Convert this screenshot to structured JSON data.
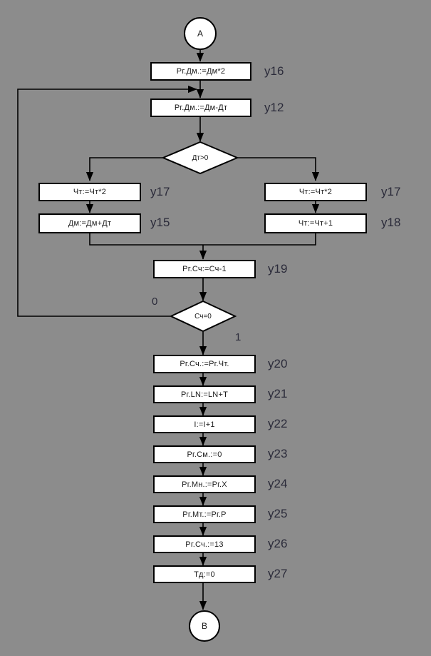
{
  "diagram": {
    "title": "Algorithm flowchart (microprogram control)",
    "background_color": "#8c8c8c",
    "node_fill": "#ffffff",
    "node_stroke": "#000000",
    "label_color": "#2b2b3a",
    "terminals": {
      "start": "A",
      "end": "B"
    },
    "nodes": [
      {
        "id": "n16",
        "text": "Рг.Дм.:=Дм*2",
        "label": "y16"
      },
      {
        "id": "n12",
        "text": "Рг.Дм.:=Дм-Дт",
        "label": "y12"
      },
      {
        "id": "n17l",
        "text": "Чт:=Чт*2",
        "label": "y17"
      },
      {
        "id": "n15",
        "text": "Дм:=Дм+Дт",
        "label": "y15"
      },
      {
        "id": "n17r",
        "text": "Чт:=Чт*2",
        "label": "y17"
      },
      {
        "id": "n18",
        "text": "Чт:=Чт+1",
        "label": "y18"
      },
      {
        "id": "n19",
        "text": "Рг.Сч:=Сч-1",
        "label": "y19"
      },
      {
        "id": "n20",
        "text": "Рг.Сч.:=Рг.Чт.",
        "label": "y20"
      },
      {
        "id": "n21",
        "text": "Pг.LN:=LN+T",
        "label": "y21"
      },
      {
        "id": "n22",
        "text": "I:=I+1",
        "label": "y22"
      },
      {
        "id": "n23",
        "text": "Рг.См.:=0",
        "label": "y23"
      },
      {
        "id": "n24",
        "text": "Рг.Мн.:=Рг.Х",
        "label": "y24"
      },
      {
        "id": "n25",
        "text": "Рг.Мт.:=Рг.Р",
        "label": "y25"
      },
      {
        "id": "n26",
        "text": "Рг.Сч.:=13",
        "label": "y26"
      },
      {
        "id": "n27",
        "text": "Тд:=0",
        "label": "y27"
      }
    ],
    "decisions": [
      {
        "id": "d1",
        "text": "Дт>0",
        "branch_left": "",
        "branch_right": ""
      },
      {
        "id": "d2",
        "text": "Сч=0",
        "branch_left": "0",
        "branch_right": "1"
      }
    ]
  }
}
